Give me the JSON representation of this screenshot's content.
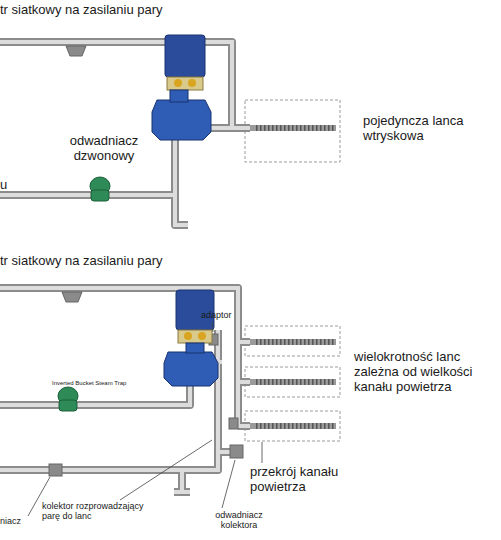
{
  "diagram": {
    "labels": [
      "tr siatkowy na zasilaniu pary",
      "odwadniacz dzwonowy",
      "pojedyncza lanca wtryskowa",
      "u",
      "tr siatkowy na zasilaniu pary",
      "adaptor",
      "wielokrotność lanc zależna od wielkości kanału powietrza",
      "Inverted Bucket Steam Trap",
      "przekrój kanału powietrza",
      "kolektor rozprowadzający parę do lanc",
      "odwadniacz kolektora",
      "niacz"
    ]
  }
}
